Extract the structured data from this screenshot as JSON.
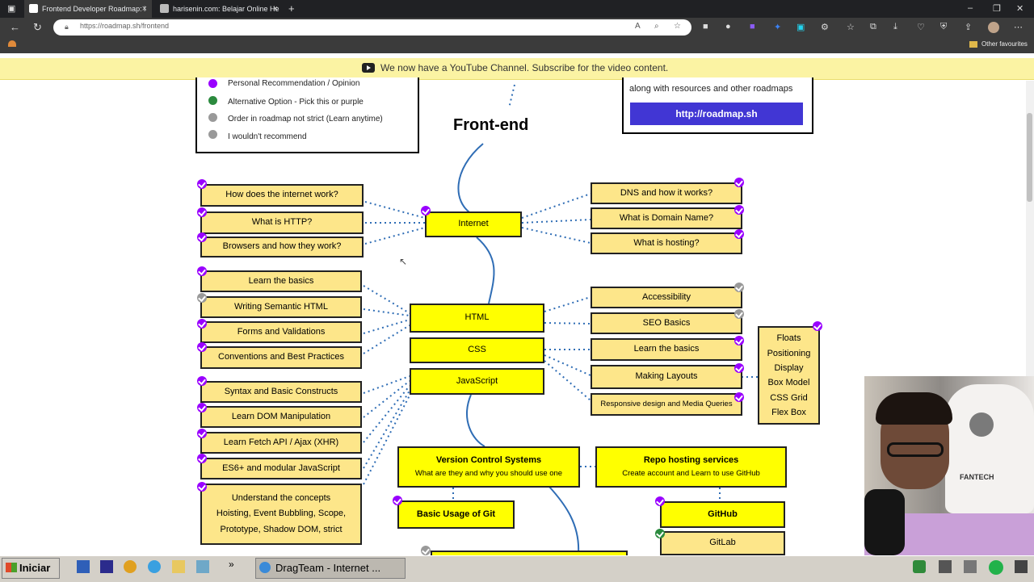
{
  "browser": {
    "tabs": [
      {
        "title": "Frontend Developer Roadmap: l",
        "active": true
      },
      {
        "title": "harisenin.com: Belajar Online He",
        "active": false
      }
    ],
    "new_tab": "+",
    "url": "https://roadmap.sh/frontend",
    "bookmarks_label": "Other favourites"
  },
  "banner": {
    "text": "We now have a YouTube Channel. Subscribe for the video content."
  },
  "legend": {
    "items": [
      {
        "color": "#9900ff",
        "label": "Personal Recommendation / Opinion"
      },
      {
        "color": "#2b8a3e",
        "label": "Alternative Option - Pick this or purple"
      },
      {
        "color": "#999999",
        "label": "Order in roadmap not strict (Learn anytime)"
      },
      {
        "color": "#999999",
        "label": "I wouldn't recommend"
      }
    ]
  },
  "info": {
    "text": "along with resources and other roadmaps",
    "button": "http://roadmap.sh"
  },
  "roadmap": {
    "title": "Front-end",
    "main": {
      "internet": "Internet",
      "html": "HTML",
      "css": "CSS",
      "javascript": "JavaScript"
    },
    "internet_left": [
      "How does the internet work?",
      "What is HTTP?",
      "Browsers and how they work?"
    ],
    "internet_right": [
      "DNS and how it works?",
      "What is Domain Name?",
      "What is hosting?"
    ],
    "html_left": [
      "Learn the basics",
      "Writing Semantic HTML",
      "Forms and Validations",
      "Conventions and Best Practices"
    ],
    "css_right": [
      "Accessibility",
      "SEO Basics",
      "Learn the basics",
      "Making Layouts",
      "Responsive design and Media Queries"
    ],
    "layouts_list": [
      "Floats",
      "Positioning",
      "Display",
      "Box Model",
      "CSS Grid",
      "Flex Box"
    ],
    "js_left": [
      "Syntax and Basic Constructs",
      "Learn DOM Manipulation",
      "Learn Fetch API / Ajax (XHR)",
      "ES6+ and modular JavaScript"
    ],
    "js_concepts": {
      "title": "Understand the concepts",
      "line1": "Hoisting, Event Bubbling, Scope,",
      "line2": "Prototype, Shadow DOM, strict"
    },
    "vcs": {
      "title": "Version Control Systems",
      "sub": "What are they and why you should use one"
    },
    "repo": {
      "title": "Repo hosting services",
      "sub": "Create account and Learn to use GitHub"
    },
    "git_basic": "Basic Usage of Git",
    "github": "GitHub",
    "gitlab": "GitLab"
  },
  "webcam": {
    "brand": "FANTECH"
  },
  "taskbar": {
    "start": "Iniciar",
    "task": "DragTeam - Internet ..."
  },
  "colors": {
    "accent": "#4136d4",
    "main_node": "#ffff00",
    "sub_node": "#fde68a",
    "connector": "#2f6db5",
    "check": "#9900ff"
  }
}
